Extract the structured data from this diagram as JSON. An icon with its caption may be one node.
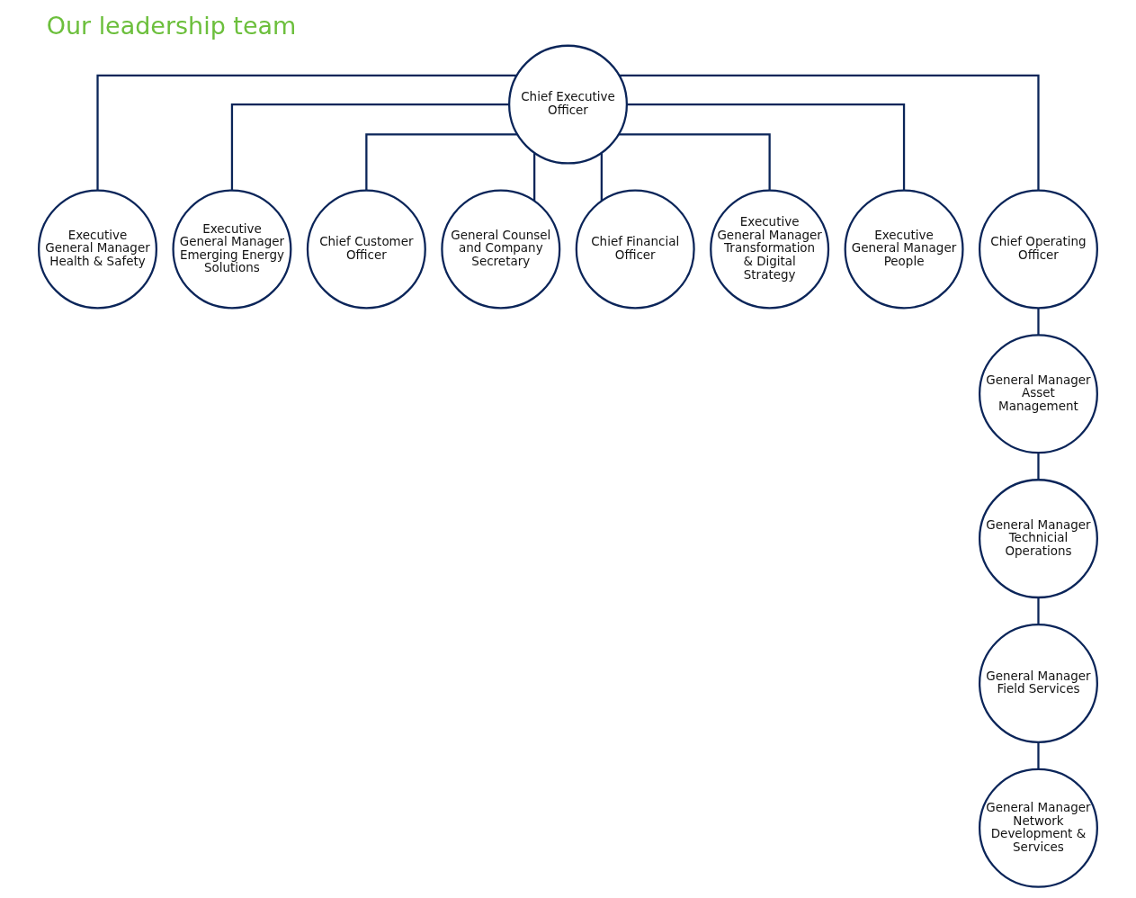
{
  "diagram": {
    "title": "Our leadership team",
    "nodes": [
      {
        "text": [
          "Chief Executive Officer"
        ]
      },
      {
        "text": [
          "Executive General Manager Health & Safety"
        ]
      },
      {
        "text": [
          "Executive General Manager Emerging Energy Solutions"
        ]
      },
      {
        "text": [
          "Chief Customer Officer"
        ]
      },
      {
        "text": [
          "General Counsel and Company Secretary"
        ]
      },
      {
        "text": [
          "Chief Financial Officer"
        ]
      },
      {
        "text": [
          "Executive General Manager Transformation & Digital Strategy"
        ]
      },
      {
        "text": [
          "Executive General Manager People"
        ]
      },
      {
        "text": [
          "Chief Operating Officer"
        ]
      },
      {
        "text": [
          "General Manager Asset Management"
        ]
      },
      {
        "text": [
          "General Manager Technicial Operations"
        ]
      },
      {
        "text": [
          "General Manager Field Services"
        ]
      },
      {
        "text": [
          "General Manager Network Development & Services"
        ]
      }
    ],
    "edges": [
      {
        "from": 0,
        "to": 1,
        "arrow": "none"
      },
      {
        "from": 0,
        "to": 2,
        "arrow": "none"
      },
      {
        "from": 0,
        "to": 3,
        "arrow": "none"
      },
      {
        "from": 0,
        "to": 4,
        "arrow": "none"
      },
      {
        "from": 0,
        "to": 5,
        "arrow": "none"
      },
      {
        "from": 0,
        "to": 6,
        "arrow": "none"
      },
      {
        "from": 0,
        "to": 7,
        "arrow": "none"
      },
      {
        "from": 0,
        "to": 8,
        "arrow": "none"
      },
      {
        "from": 8,
        "to": 9,
        "arrow": "none"
      },
      {
        "from": 9,
        "to": 10,
        "arrow": "none"
      },
      {
        "from": 10,
        "to": 11,
        "arrow": "none"
      },
      {
        "from": 11,
        "to": 12,
        "arrow": "none"
      }
    ]
  }
}
